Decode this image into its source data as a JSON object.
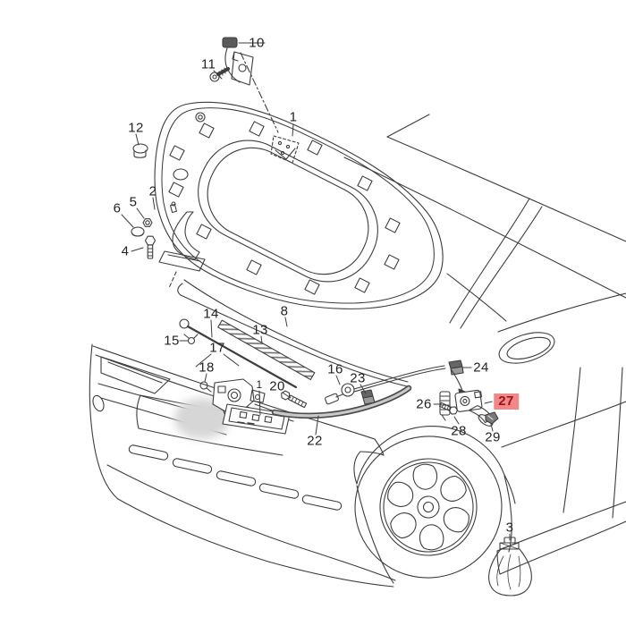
{
  "diagram": {
    "kind": "exploded-parts-diagram",
    "highlight": {
      "label": "27",
      "background": "#ef8989",
      "text_color": "#9b1212"
    },
    "colors": {
      "background": "#ffffff",
      "line": "#3d3d3d"
    },
    "part_labels": [
      {
        "text": "10"
      },
      {
        "text": "11"
      },
      {
        "text": "1"
      },
      {
        "text": "12"
      },
      {
        "text": "2"
      },
      {
        "text": "5"
      },
      {
        "text": "6"
      },
      {
        "text": "4"
      },
      {
        "text": "14"
      },
      {
        "text": "8"
      },
      {
        "text": "13"
      },
      {
        "text": "15"
      },
      {
        "text": "17"
      },
      {
        "text": "18"
      },
      {
        "text": "16"
      },
      {
        "text": "23"
      },
      {
        "text": "20"
      },
      {
        "text": "1"
      },
      {
        "text": "22"
      },
      {
        "text": "24"
      },
      {
        "text": "26"
      },
      {
        "text": "27"
      },
      {
        "text": "28"
      },
      {
        "text": "29"
      },
      {
        "text": "3"
      }
    ]
  }
}
